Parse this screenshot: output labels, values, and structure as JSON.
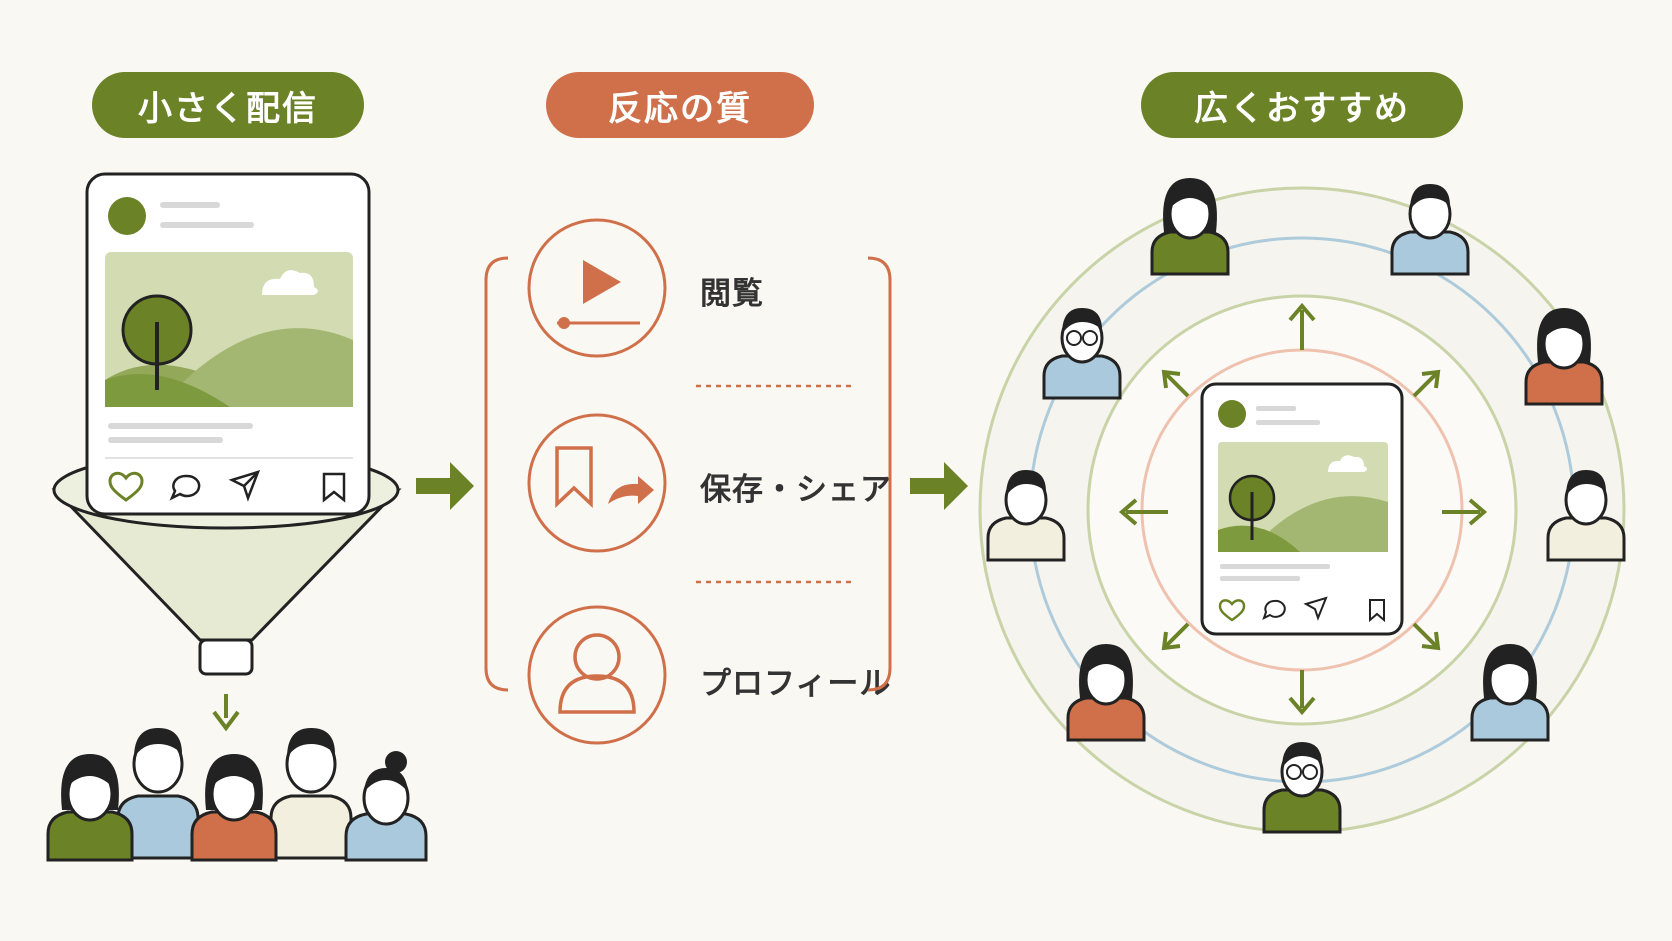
{
  "colors": {
    "green": "#6b8227",
    "orange": "#d0704a",
    "blue": "#aac9dc",
    "cream": "#f3efdf",
    "ring_green": "#c9d3a8",
    "ring_blue": "#aecbdc",
    "ring_pink": "#efc2b0"
  },
  "headers": {
    "step1": "小さく配信",
    "step2": "反応の質",
    "step3": "広くおすすめ"
  },
  "signals": [
    {
      "label": "閲覧",
      "icon": "play-icon"
    },
    {
      "label": "保存・シェア",
      "icon": "bookmark-share-icon"
    },
    {
      "label": "プロフィール",
      "icon": "profile-icon"
    }
  ],
  "post_card": {
    "actions": [
      "heart-icon",
      "comment-icon",
      "send-icon",
      "bookmark-icon"
    ]
  }
}
